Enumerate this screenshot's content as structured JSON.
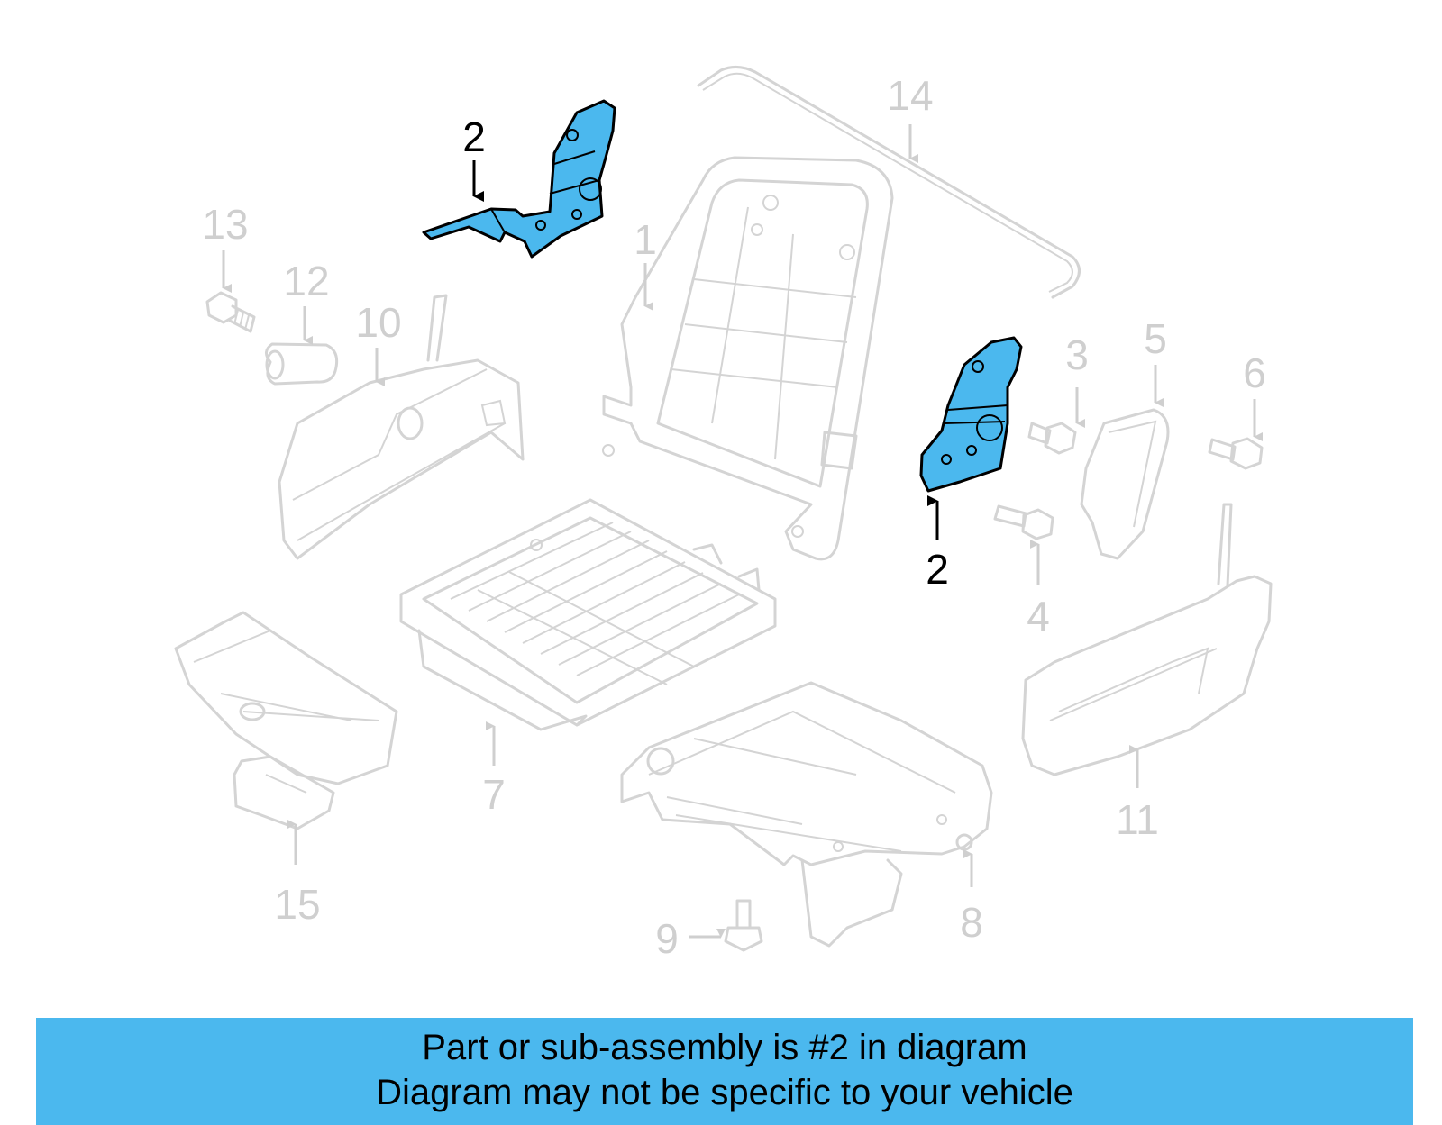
{
  "diagram": {
    "callouts": {
      "c1": "1",
      "c2a": "2",
      "c2b": "2",
      "c3": "3",
      "c4": "4",
      "c5": "5",
      "c6": "6",
      "c7": "7",
      "c8": "8",
      "c9": "9",
      "c10": "10",
      "c11": "11",
      "c12": "12",
      "c13": "13",
      "c14": "14",
      "c15": "15"
    },
    "highlight_color": "#4bb8ee",
    "ghost_color": "#d4d4d4"
  },
  "banner": {
    "line1": "Part or sub-assembly is #2 in diagram",
    "line2": "Diagram may not be specific to your vehicle"
  }
}
